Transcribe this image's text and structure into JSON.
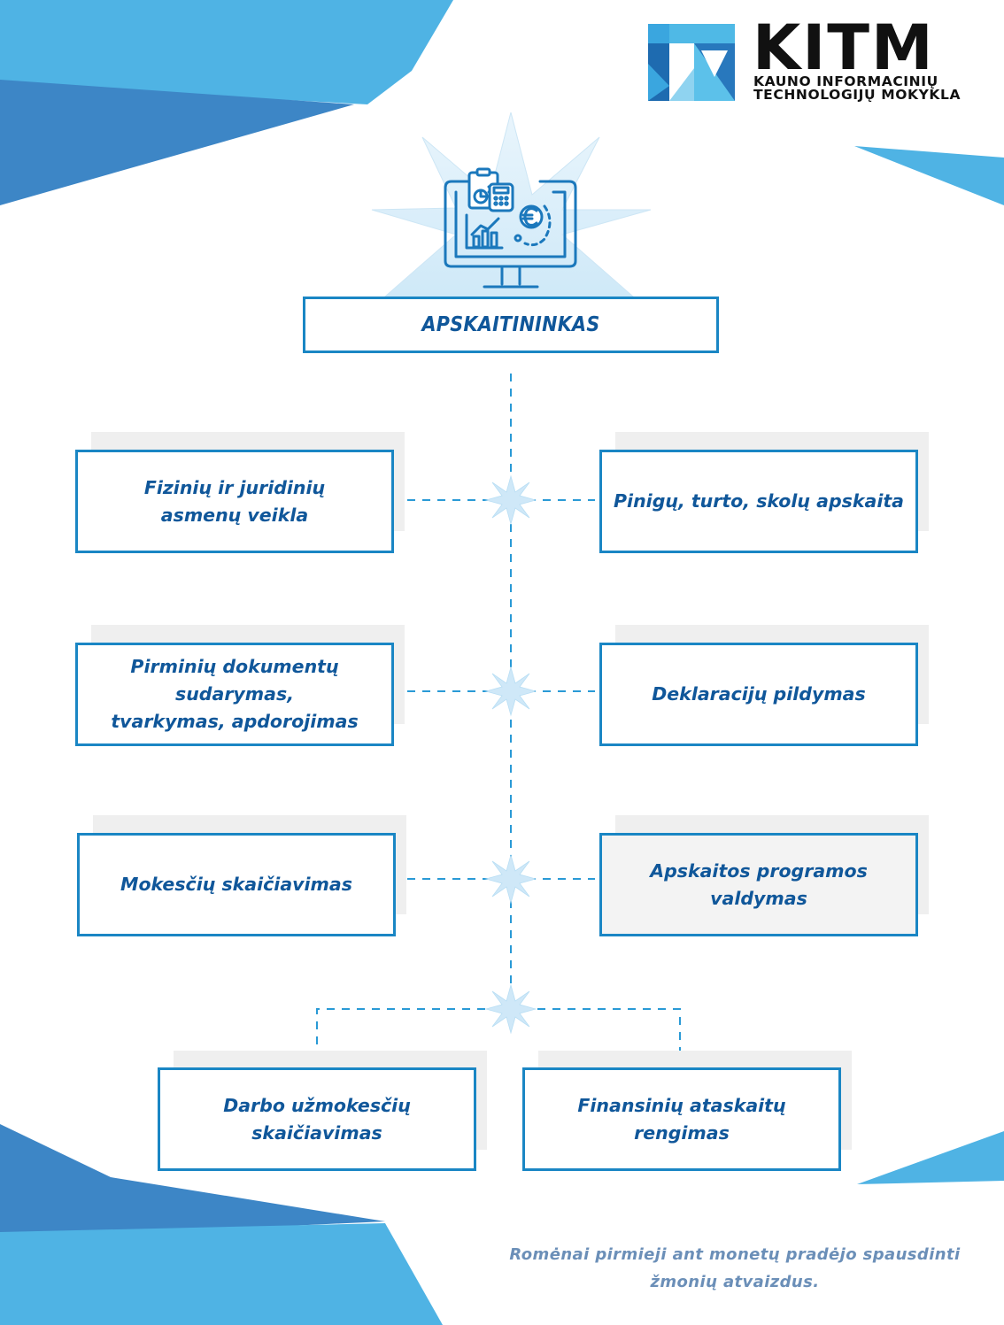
{
  "logo": {
    "word": "KITM",
    "line1": "KAUNO INFORMACINIŲ",
    "line2": "TECHNOLOGIJŲ MOKYKLA"
  },
  "root": {
    "label": "APSKAITININKAS",
    "icon": "computer-accounting-icon"
  },
  "nodes": {
    "n1": "Fizinių ir juridinių\nasmenų veikla",
    "n2": "Pinigų, turto, skolų apskaita",
    "n3": "Pirminių dokumentų\nsudarymas,\ntvarkymas, apdorojimas",
    "n4": "Deklaracijų pildymas",
    "n5": "Mokesčių skaičiavimas",
    "n6": "Apskaitos programos\nvaldymas",
    "n7": "Darbo užmokesčių\nskaičiavimas",
    "n8": "Finansinių ataskaitų\nrengimas"
  },
  "footnote": "Romėnai pirmieji ant monetų pradėjo spausdinti\nžmonių atvaizdus.",
  "colors": {
    "accent": "#1a86c4",
    "text": "#10579a",
    "light_blue": "#4fb3e4",
    "mid_blue": "#3d86c6",
    "footnote": "#6b8fb8"
  }
}
